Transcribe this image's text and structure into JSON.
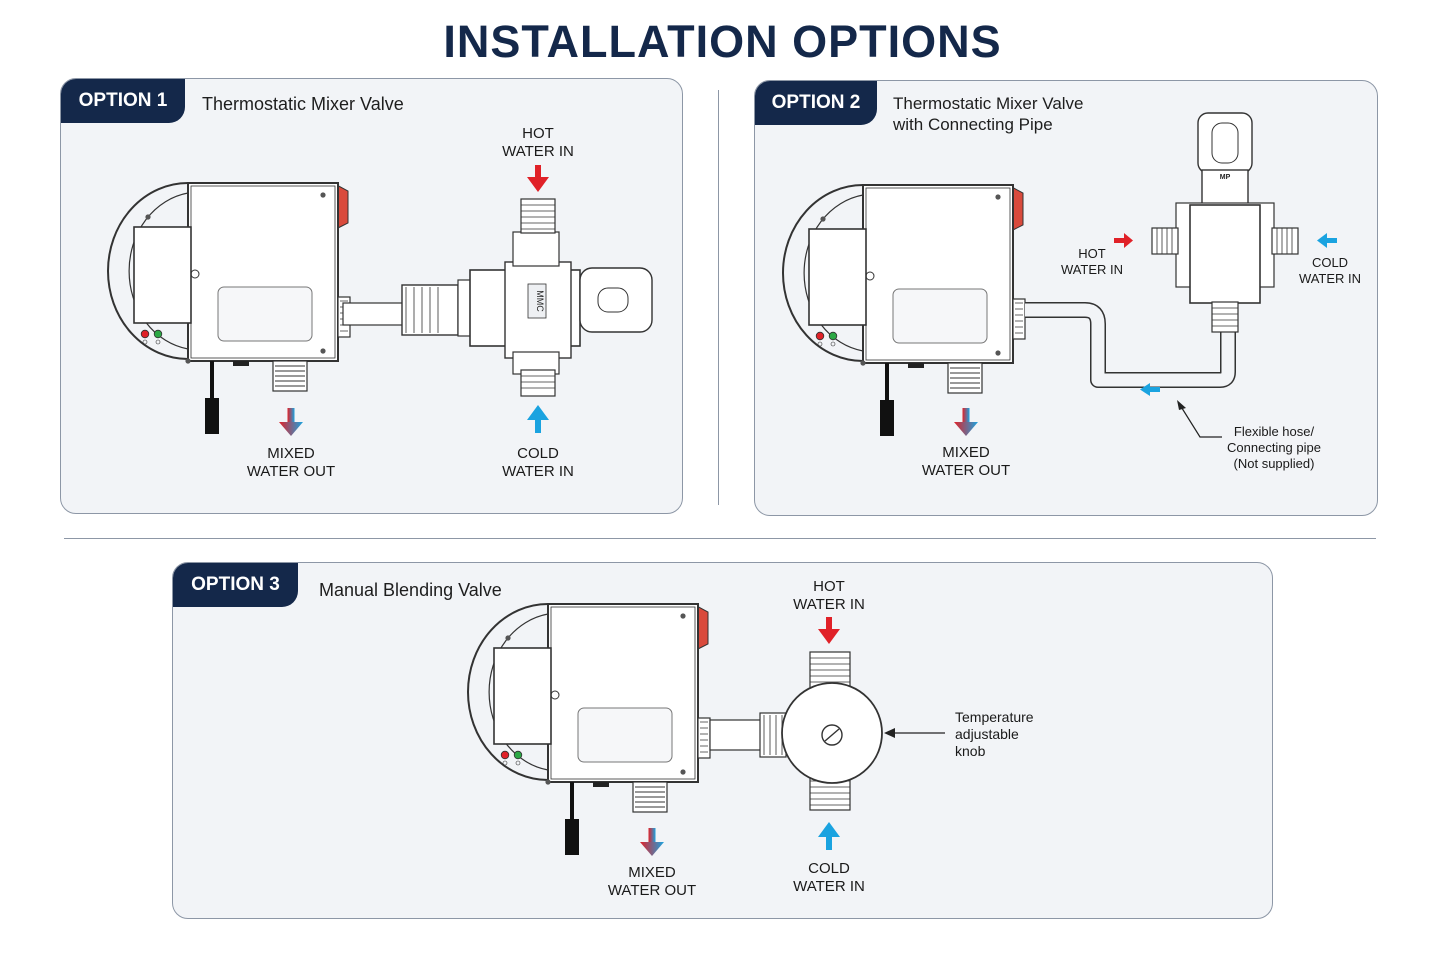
{
  "title": "INSTALLATION OPTIONS",
  "options": [
    {
      "tab": "OPTION 1",
      "subtitle": "Thermostatic Mixer Valve",
      "labels": {
        "hot_1": "HOT",
        "hot_2": "WATER IN",
        "cold_1": "COLD",
        "cold_2": "WATER IN",
        "mixed_1": "MIXED",
        "mixed_2": "WATER OUT"
      }
    },
    {
      "tab": "OPTION 2",
      "subtitle_1": "Thermostatic Mixer Valve",
      "subtitle_2": "with Connecting Pipe",
      "labels": {
        "hot_1": "HOT",
        "hot_2": "WATER IN",
        "cold_1": "COLD",
        "cold_2": "WATER IN",
        "mixed_1": "MIXED",
        "mixed_2": "WATER OUT",
        "hose_1": "Flexible hose/",
        "hose_2": "Connecting pipe",
        "hose_3": "(Not supplied)"
      }
    },
    {
      "tab": "OPTION 3",
      "subtitle": "Manual Blending Valve",
      "labels": {
        "hot_1": "HOT",
        "hot_2": "WATER IN",
        "cold_1": "COLD",
        "cold_2": "WATER IN",
        "mixed_1": "MIXED",
        "mixed_2": "WATER OUT",
        "knob_1": "Temperature",
        "knob_2": "adjustable",
        "knob_3": "knob"
      }
    }
  ],
  "colors": {
    "navy": "#14284a",
    "hot": "#e02128",
    "cold": "#1aa3e0",
    "panel": "#f2f4f7"
  }
}
